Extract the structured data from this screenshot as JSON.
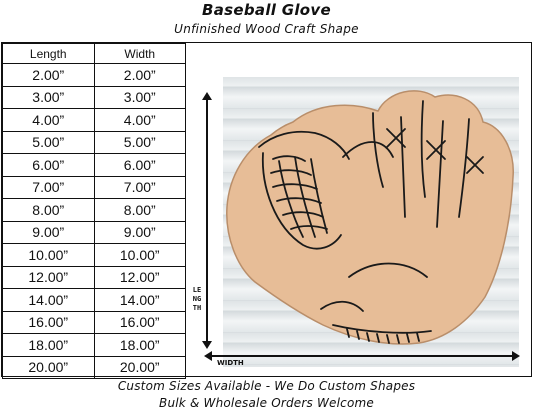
{
  "header": {
    "title": "Baseball Glove",
    "subtitle": "Unfinished Wood Craft Shape"
  },
  "size_table": {
    "columns": [
      "Length",
      "Width"
    ],
    "rows": [
      [
        "2.00”",
        "2.00”"
      ],
      [
        "3.00”",
        "3.00”"
      ],
      [
        "4.00”",
        "4.00”"
      ],
      [
        "5.00”",
        "5.00”"
      ],
      [
        "6.00”",
        "6.00”"
      ],
      [
        "7.00”",
        "7.00”"
      ],
      [
        "8.00”",
        "8.00”"
      ],
      [
        "9.00”",
        "9.00”"
      ],
      [
        "10.00”",
        "10.00”"
      ],
      [
        "12.00”",
        "12.00”"
      ],
      [
        "14.00”",
        "14.00”"
      ],
      [
        "16.00”",
        "16.00”"
      ],
      [
        "18.00”",
        "18.00”"
      ],
      [
        "20.00”",
        "20.00”"
      ]
    ]
  },
  "preview": {
    "length_label": "LENGTH",
    "width_label": "WIDTH",
    "shape_icon": "baseball-glove-icon",
    "wood_color": "#e7bd97",
    "background_color": "#e6eaec"
  },
  "footer": {
    "line1": "Custom Sizes Available - We Do Custom Shapes",
    "line2": "Bulk & Wholesale Orders Welcome"
  }
}
